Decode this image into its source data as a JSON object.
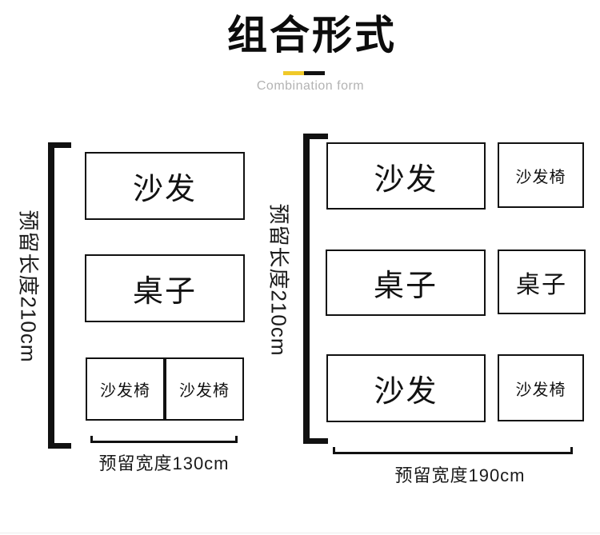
{
  "header": {
    "title": "组合形式",
    "subtitle": "Combination form",
    "accent_yellow": "#f0c929",
    "accent_black": "#111111",
    "subtitle_color": "#b3b3b3"
  },
  "left_diagram": {
    "length_label": "预留长度210cm",
    "width_label": "预留宽度130cm",
    "length_cm": 210,
    "width_cm": 130,
    "boxes": {
      "sofa": "沙发",
      "table": "桌子",
      "chair_a": "沙发椅",
      "chair_b": "沙发椅"
    }
  },
  "right_diagram": {
    "length_label": "预留长度210cm",
    "width_label": "预留宽度190cm",
    "length_cm": 210,
    "width_cm": 190,
    "boxes": {
      "sofa_top": "沙发",
      "chair_top": "沙发椅",
      "table_main": "桌子",
      "table_side": "桌子",
      "sofa_bottom": "沙发",
      "chair_bottom": "沙发椅"
    }
  }
}
